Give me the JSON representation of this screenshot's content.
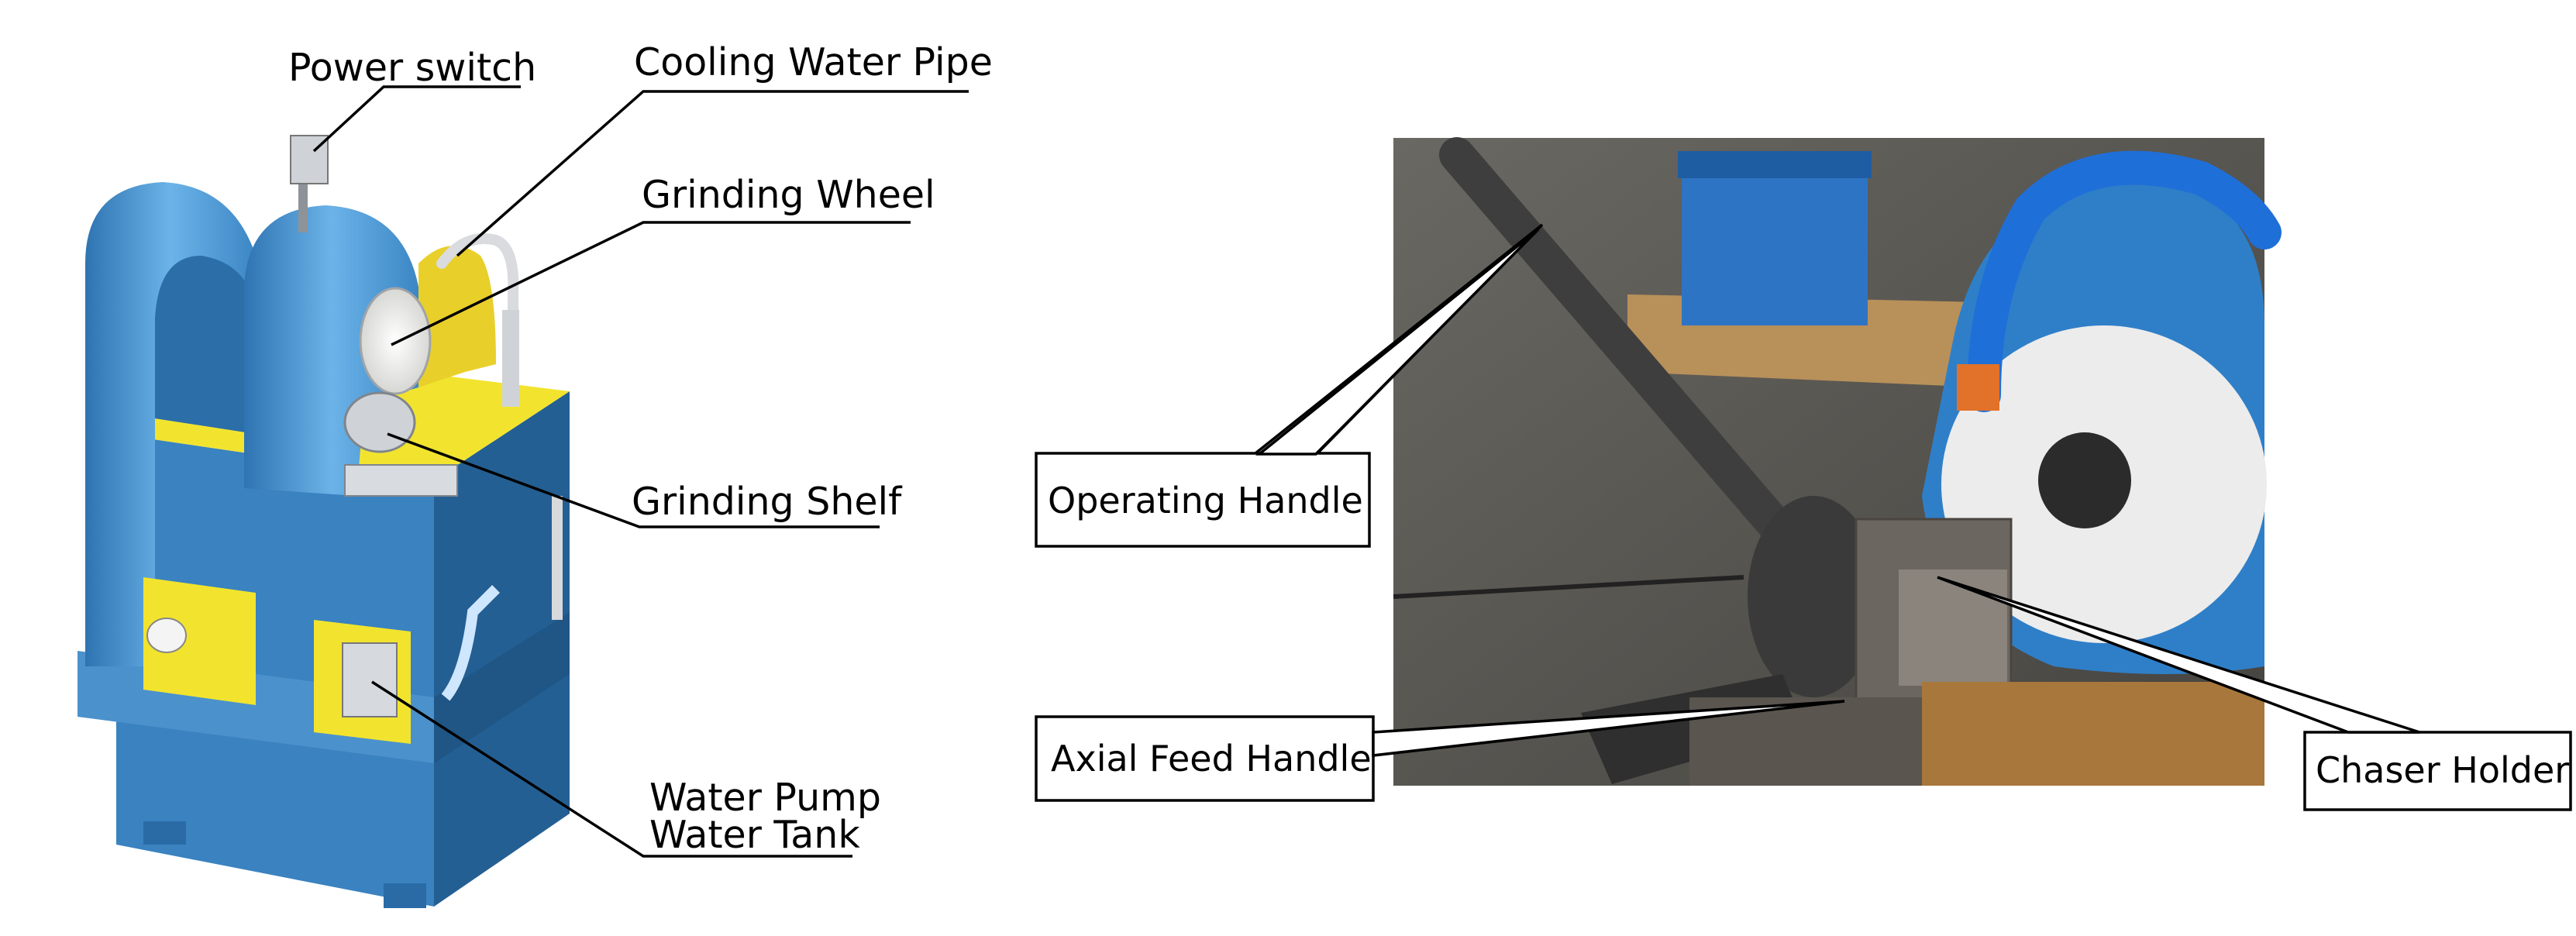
{
  "left_diagram": {
    "labels": {
      "power_switch": "Power switch",
      "cooling_water_pipe": "Cooling Water Pipe",
      "grinding_wheel": "Grinding Wheel",
      "grinding_shelf": "Grinding Shelf",
      "water_pump": "Water Pump",
      "water_tank": "Water Tank"
    },
    "colors": {
      "body_blue": "#3f86c2",
      "body_blue_dark": "#245f93",
      "body_blue_light": "#5fa6de",
      "tank_yellow": "#f2e42e",
      "steel": "#c9ccd0"
    }
  },
  "right_photo": {
    "labels": {
      "operating_handle": "Operating Handle",
      "axial_feed_handle": "Axial Feed Handle",
      "chaser_holder": "Chaser Holder"
    },
    "colors": {
      "background": "#5b5955",
      "machine_blue": "#2f7fc8",
      "wheel_white": "#ececec",
      "hose_blue": "#1f6fd8"
    }
  }
}
